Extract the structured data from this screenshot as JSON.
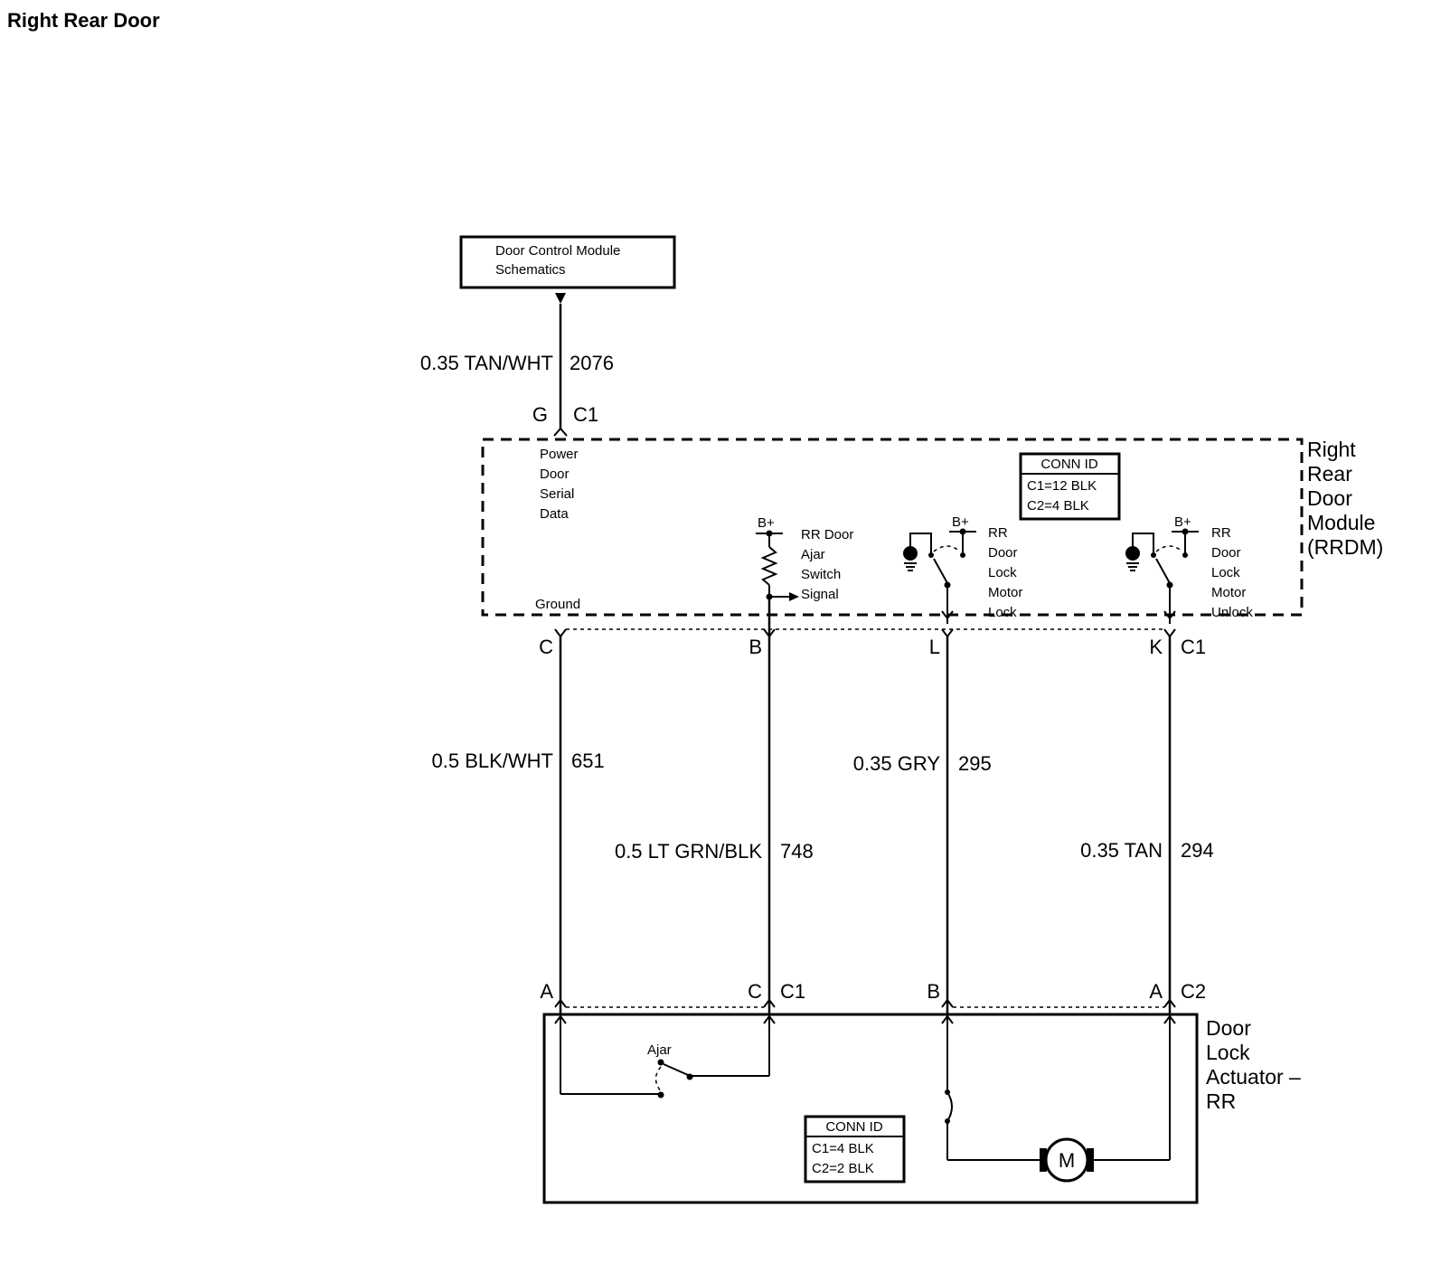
{
  "title": "Right Rear Door",
  "ref_box": {
    "line1": "Door Control Module",
    "line2": "Schematics"
  },
  "top_wire": {
    "spec": "0.35 TAN/WHT",
    "circuit": "2076",
    "pin": "G",
    "connector": "C1"
  },
  "module": {
    "name_lines": [
      "Right",
      "Rear",
      "Door",
      "Module",
      "(RRDM)"
    ],
    "serial_label": [
      "Power",
      "Door",
      "Serial",
      "Data"
    ],
    "ground_label": "Ground",
    "ajar_label": [
      "RR Door",
      "Ajar",
      "Switch",
      "Signal"
    ],
    "lock_label": [
      "RR",
      "Door",
      "Lock",
      "Motor",
      "Lock"
    ],
    "unlock_label": [
      "RR",
      "Door",
      "Lock",
      "Motor",
      "Unlock"
    ],
    "bplus": "B+",
    "conn_id": {
      "header": "CONN ID",
      "c1": "C1=12 BLK",
      "c2": "C2=4 BLK"
    },
    "pins": {
      "c": "C",
      "b": "B",
      "l": "L",
      "k": "K",
      "connector": "C1"
    }
  },
  "wires": {
    "w651": {
      "spec": "0.5 BLK/WHT",
      "circuit": "651"
    },
    "w748": {
      "spec": "0.5 LT GRN/BLK",
      "circuit": "748"
    },
    "w295": {
      "spec": "0.35 GRY",
      "circuit": "295"
    },
    "w294": {
      "spec": "0.35 TAN",
      "circuit": "294"
    }
  },
  "actuator": {
    "name_lines": [
      "Door",
      "Lock",
      "Actuator –",
      "RR"
    ],
    "ajar": "Ajar",
    "motor": "M",
    "conn_id": {
      "header": "CONN ID",
      "c1": "C1=4 BLK",
      "c2": "C2=2 BLK"
    },
    "pins": {
      "a": "A",
      "c": "C",
      "c1": "C1",
      "b": "B",
      "a2": "A",
      "c2": "C2"
    }
  }
}
